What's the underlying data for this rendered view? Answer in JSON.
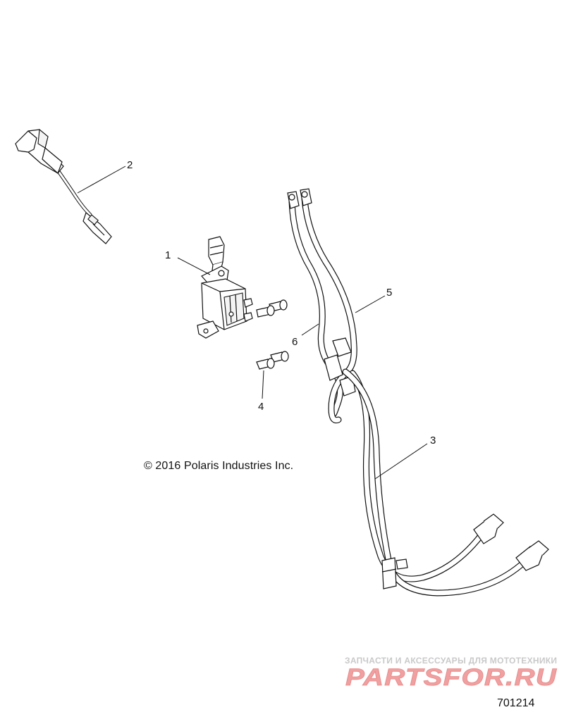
{
  "callouts": {
    "c1": "1",
    "c2": "2",
    "c3": "3",
    "c4": "4",
    "c5": "5",
    "c6": "6"
  },
  "copyright": "© 2016 Polaris Industries Inc.",
  "watermark": {
    "tagline": "ЗАПЧАСТИ И АКСЕССУАРЫ ДЛЯ МОТОТЕХНИКИ",
    "logo_text": "PARTSFOR.RU",
    "color": "#f0a0a0"
  },
  "diagram_number": "701214"
}
